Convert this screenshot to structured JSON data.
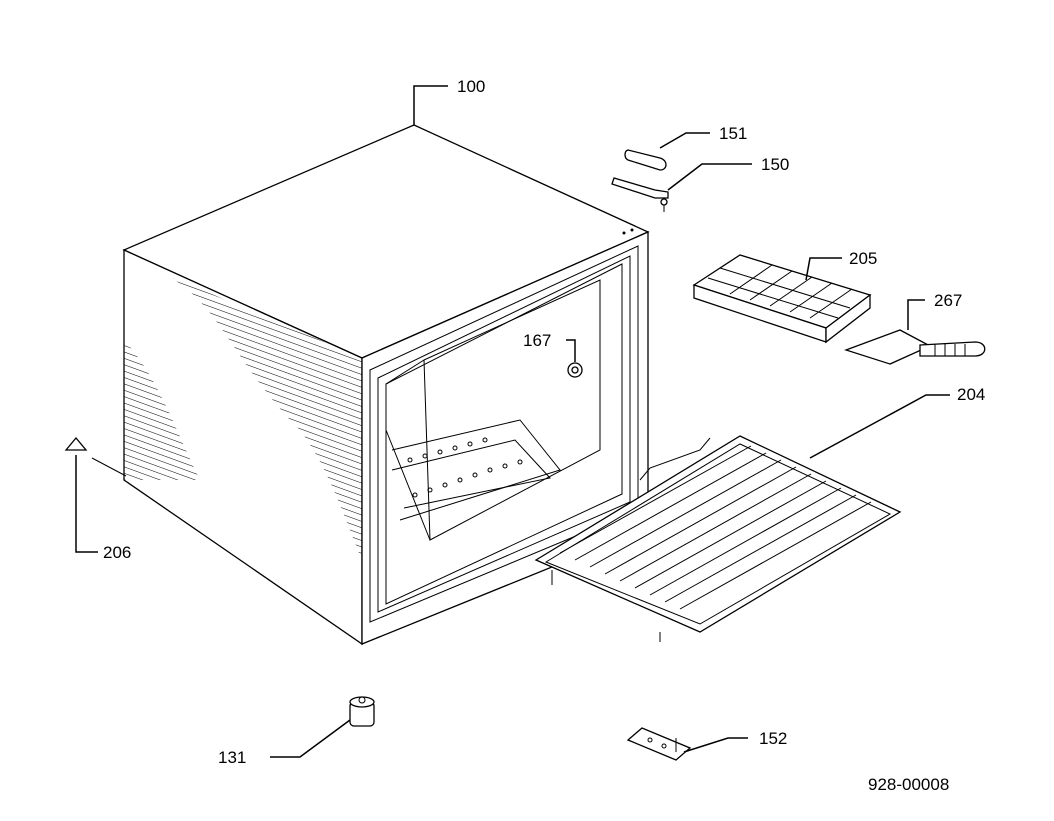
{
  "callouts": {
    "c100": "100",
    "c151": "151",
    "c150": "150",
    "c205": "205",
    "c267": "267",
    "c167": "167",
    "c204": "204",
    "c206": "206",
    "c131": "131",
    "c152": "152"
  },
  "drawing_number": "928-00008"
}
